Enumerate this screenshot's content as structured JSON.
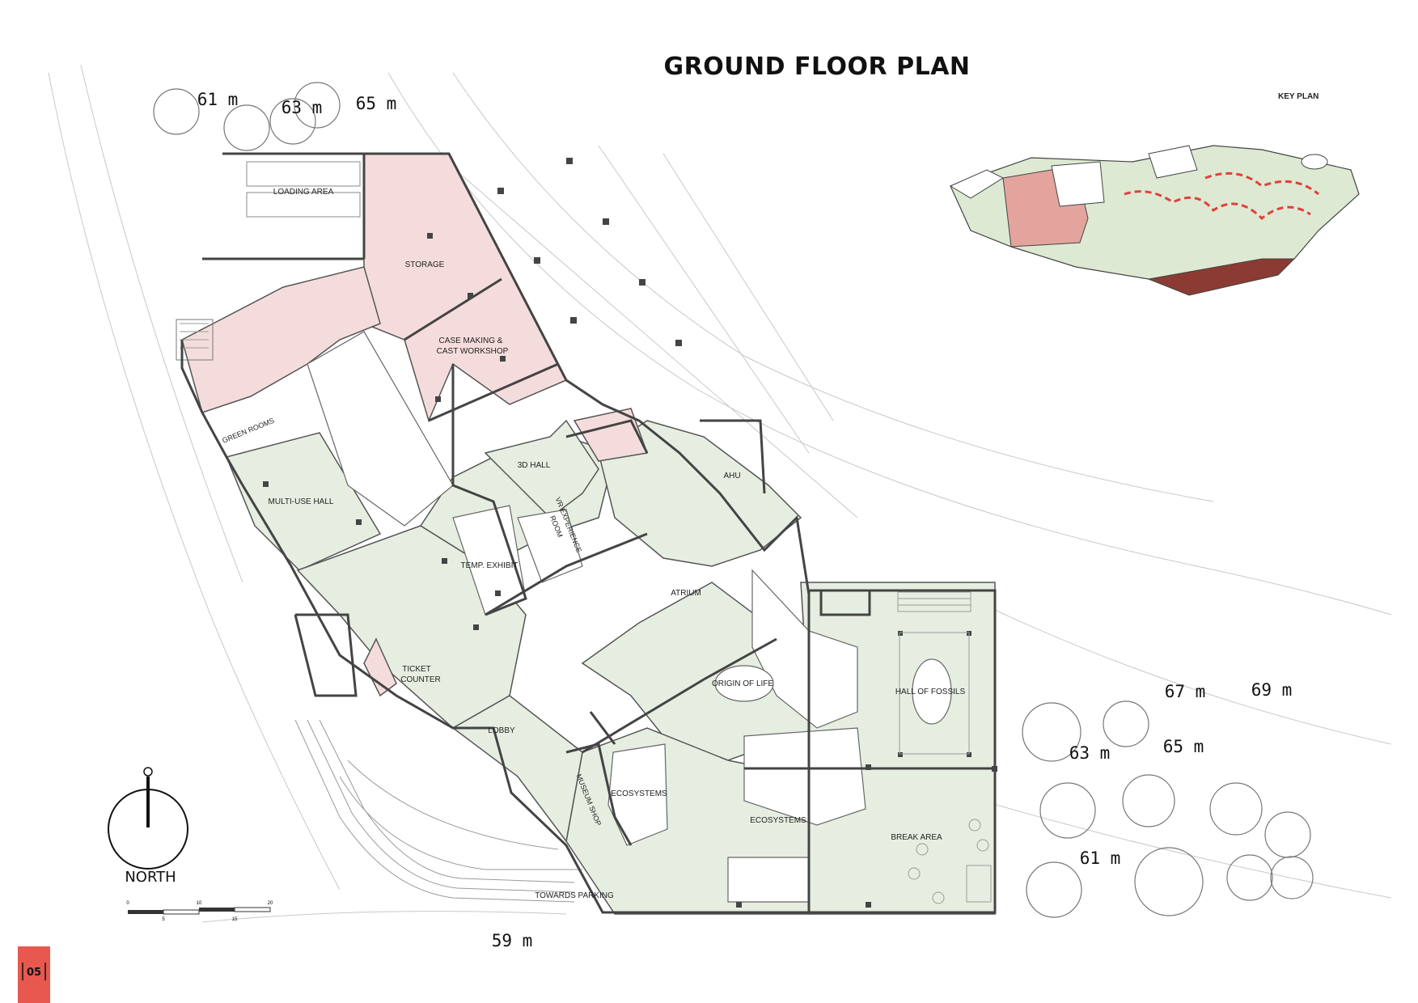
{
  "title": "GROUND FLOOR PLAN",
  "key_plan": {
    "label": "KEY PLAN"
  },
  "rooms": {
    "loading_area": "LOADING AREA",
    "storage": "STORAGE",
    "case_making_line1": "CASE MAKING &",
    "case_making_line2": "CAST WORKSHOP",
    "green_rooms": "GREEN ROOMS",
    "multi_use_hall": "MULTI-USE HALL",
    "hall_3d": "3D HALL",
    "vr_experience_line1": "VR EXPERIENCE",
    "vr_experience_line2": "ROOM",
    "temp_exhibit": "TEMP. EXHIBIT",
    "ahu": "AHU",
    "atrium": "ATRIUM",
    "ticket_line1": "TICKET",
    "ticket_line2": "COUNTER",
    "lobby": "LOBBY",
    "origin_of_life": "ORIGIN OF LIFE",
    "hall_of_fossils": "HALL OF FOSSILS",
    "museum_shop": "MUSEUM SHOP",
    "ecosystems_1": "ECOSYSTEMS",
    "ecosystems_2": "ECOSYSTEMS",
    "break_area": "BREAK AREA",
    "towards_parking": "TOWARDS PARKING"
  },
  "contours": {
    "c61_top": "61 m",
    "c63_top": "63 m",
    "c65_top": "65 m",
    "c67": "67 m",
    "c69": "69 m",
    "c63_right": "63 m",
    "c65_right": "65 m",
    "c61_right": "61 m",
    "c59": "59 m"
  },
  "north": {
    "label": "NORTH"
  },
  "scale_bar": {
    "ticks": [
      "0",
      "5",
      "10",
      "15",
      "20"
    ]
  },
  "page_number": "05",
  "colors": {
    "public_zone": "#e6eee1",
    "service_zone": "#f5dcdc",
    "page_tab": "#e8584f",
    "route": "#e0403a"
  }
}
